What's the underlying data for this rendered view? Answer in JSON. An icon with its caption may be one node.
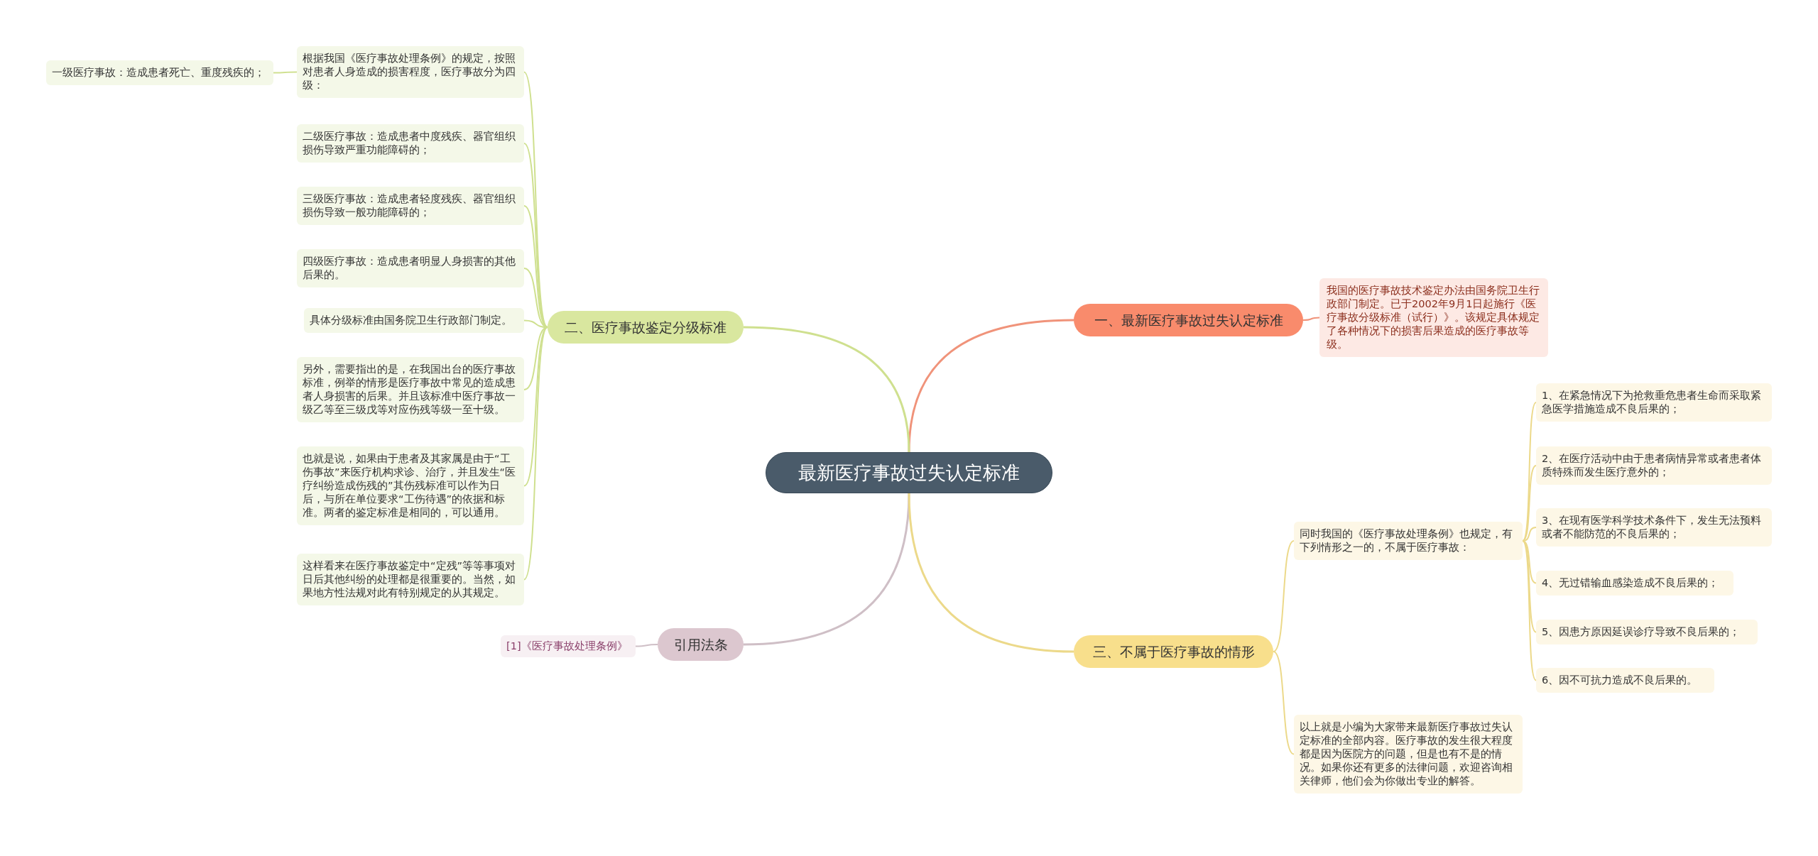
{
  "diagram": {
    "nodes": [
      {
        "text": [
          "最新医疗事故过失认定标准"
        ]
      },
      {
        "text": [
          "一、最新医疗事故过失认定标准"
        ]
      },
      {
        "text": [
          "我国的医疗事故技术鉴定办法由国务院卫生行政部门制定。已于2002年9月1日起施行《医疗事故分级标准（试行）》。该规定具体规定了各种情况下的损害后果造成的医疗事故等级。"
        ]
      },
      {
        "text": [
          "二、医疗事故鉴定分级标准"
        ]
      },
      {
        "text": [
          "根据我国《医疗事故处理条例》的规定，按照对患者人身造成的损害程度，医疗事故分为四级："
        ]
      },
      {
        "text": [
          "一级医疗事故：造成患者死亡、重度残疾的；"
        ]
      },
      {
        "text": [
          "二级医疗事故：造成患者中度残疾、器官组织损伤导致严重功能障碍的；"
        ]
      },
      {
        "text": [
          "三级医疗事故：造成患者轻度残疾、器官组织损伤导致一般功能障碍的；"
        ]
      },
      {
        "text": [
          "四级医疗事故：造成患者明显人身损害的其他后果的。"
        ]
      },
      {
        "text": [
          "具体分级标准由国务院卫生行政部门制定。"
        ]
      },
      {
        "text": [
          "另外，需要指出的是，在我国出台的医疗事故标准，例举的情形是医疗事故中常见的造成患者人身损害的后果。并且该标准中医疗事故一级乙等至三级戊等对应伤残等级一至十级。"
        ]
      },
      {
        "text": [
          "也就是说，如果由于患者及其家属是由于“工伤事故”来医疗机构求诊、治疗，并且发生“医疗纠纷造成伤残的”其伤残标准可以作为日后，与所在单位要求“工伤待遇”的依据和标准。两者的鉴定标准是相同的，可以通用。"
        ]
      },
      {
        "text": [
          "这样看来在医疗事故鉴定中“定残”等等事项对日后其他纠纷的处理都是很重要的。当然，如果地方性法规对此有特别规定的从其规定。"
        ]
      },
      {
        "text": [
          "引用法条"
        ]
      },
      {
        "text": [
          "[1]《医疗事故处理条例》"
        ]
      },
      {
        "text": [
          "三、不属于医疗事故的情形"
        ]
      },
      {
        "text": [
          "同时我国的《医疗事故处理条例》也规定，有下列情形之一的，不属于医疗事故："
        ]
      },
      {
        "text": [
          "1、在紧急情况下为抢救垂危患者生命而采取紧急医学措施造成不良后果的；"
        ]
      },
      {
        "text": [
          "2、在医疗活动中由于患者病情异常或者患者体质特殊而发生医疗意外的；"
        ]
      },
      {
        "text": [
          "3、在现有医学科学技术条件下，发生无法预料或者不能防范的不良后果的；"
        ]
      },
      {
        "text": [
          "4、无过错输血感染造成不良后果的；"
        ]
      },
      {
        "text": [
          "5、因患方原因延误诊疗导致不良后果的；"
        ]
      },
      {
        "text": [
          "6、因不可抗力造成不良后果的。"
        ]
      },
      {
        "text": [
          "以上就是小编为大家带来最新医疗事故过失认定标准的全部内容。医疗事故的发生很大程度都是因为医院方的问题，但是也有不是的情况。如果你还有更多的法律问题，欢迎咨询相关律师，他们会为你做出专业的解答。"
        ]
      }
    ],
    "edges": [
      {
        "from": 0,
        "to": 1,
        "arrow": "none",
        "color": "#f0937a"
      },
      {
        "from": 1,
        "to": 2,
        "arrow": "none",
        "color": "#f0937a"
      },
      {
        "from": 0,
        "to": 3,
        "arrow": "none",
        "color": "#cfe08f"
      },
      {
        "from": 3,
        "to": 4,
        "arrow": "none",
        "color": "#cfe08f"
      },
      {
        "from": 4,
        "to": 5,
        "arrow": "none",
        "color": "#cfe08f"
      },
      {
        "from": 3,
        "to": 6,
        "arrow": "none",
        "color": "#cfe08f"
      },
      {
        "from": 3,
        "to": 7,
        "arrow": "none",
        "color": "#cfe08f"
      },
      {
        "from": 3,
        "to": 8,
        "arrow": "none",
        "color": "#cfe08f"
      },
      {
        "from": 3,
        "to": 9,
        "arrow": "none",
        "color": "#cfe08f"
      },
      {
        "from": 3,
        "to": 10,
        "arrow": "none",
        "color": "#cfe08f"
      },
      {
        "from": 3,
        "to": 11,
        "arrow": "none",
        "color": "#cfe08f"
      },
      {
        "from": 3,
        "to": 12,
        "arrow": "none",
        "color": "#cfe08f"
      },
      {
        "from": 0,
        "to": 13,
        "arrow": "none",
        "color": "#cfbfc6"
      },
      {
        "from": 13,
        "to": 14,
        "arrow": "none",
        "color": "#cfbfc6"
      },
      {
        "from": 0,
        "to": 15,
        "arrow": "none",
        "color": "#ecd98a"
      },
      {
        "from": 15,
        "to": 16,
        "arrow": "none",
        "color": "#ecd98a"
      },
      {
        "from": 16,
        "to": 17,
        "arrow": "none",
        "color": "#ecd98a"
      },
      {
        "from": 16,
        "to": 18,
        "arrow": "none",
        "color": "#ecd98a"
      },
      {
        "from": 16,
        "to": 19,
        "arrow": "none",
        "color": "#ecd98a"
      },
      {
        "from": 16,
        "to": 20,
        "arrow": "none",
        "color": "#ecd98a"
      },
      {
        "from": 16,
        "to": 21,
        "arrow": "none",
        "color": "#ecd98a"
      },
      {
        "from": 16,
        "to": 22,
        "arrow": "none",
        "color": "#ecd98a"
      },
      {
        "from": 15,
        "to": 23,
        "arrow": "none",
        "color": "#ecd98a"
      }
    ]
  }
}
